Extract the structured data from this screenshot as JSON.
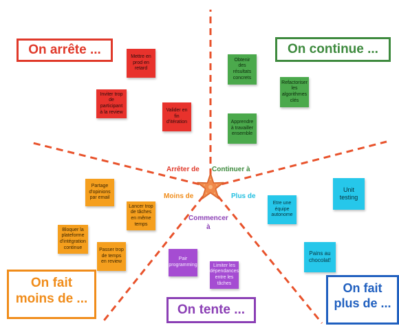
{
  "colors": {
    "red": "#e0392a",
    "green": "#3e8a3e",
    "orange": "#f08c1a",
    "purple": "#8b3fb5",
    "blue": "#1f5fbf",
    "cyan": "#22bfe0",
    "divider": "#e8522b"
  },
  "sections": {
    "stop": "On arrête ...",
    "continue": "On continue ...",
    "less": "On fait\nmoins de ...",
    "try": "On tente ...",
    "more": "On fait\nplus de ..."
  },
  "center": {
    "stop": "Arrêter de",
    "continue": "Continuer à",
    "less": "Moins de",
    "more": "Plus de",
    "start": "Commencer\nà",
    "icon": "starfish-icon"
  },
  "notes": {
    "stop": [
      "Mettre en prod en retard",
      "Inviter trop de participant à la review",
      "Valider en fin d'itération"
    ],
    "continue": [
      "Obtenir des résultats concrets",
      "Refactoriser les algorithmes clés",
      "Apprendre à travailler ensemble"
    ],
    "less": [
      "Partage d'opinions par email",
      "Lancer trop de tâches en même temps",
      "Bloquer la plateforme d'intégration continue",
      "Passer trop de temps en review"
    ],
    "try": [
      "Pair programming",
      "Limiter les dépendances entre les tâches"
    ],
    "more": [
      "Etre une équipe autonome",
      "Unit testing",
      "Pains au chocolat!"
    ]
  }
}
